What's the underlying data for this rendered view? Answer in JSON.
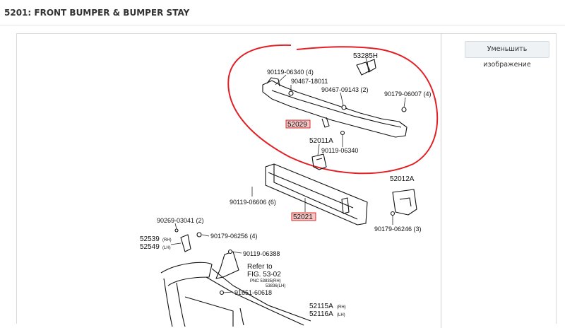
{
  "page": {
    "title": "5201: FRONT BUMPER & BUMPER STAY"
  },
  "toolbar": {
    "shrink_label": "Уменьшить изображение"
  },
  "colors": {
    "highlight_circle": "#e31e24",
    "highlight_box": "#f6c5c5"
  },
  "diagram": {
    "parts": {
      "p53285H": "53285H",
      "p90119_06340_4": "90119-06340 (4)",
      "p90467_18011": "90467-18011",
      "p90467_09143_2": "90467-09143 (2)",
      "p90179_06007_4": "90179-06007 (4)",
      "p52029": "52029",
      "p52011A": "52011A",
      "p90119_06340": "90119-06340",
      "p52012A": "52012A",
      "p90119_06606_6": "90119-06606 (6)",
      "p52021": "52021",
      "p90179_06246_3": "90179-06246 (3)",
      "p90269_03041_2": "90269-03041 (2)",
      "p52539": "52539",
      "p52539_side": "(RH)",
      "p52549": "52549",
      "p52549_side": "(LH)",
      "p90179_06256_4": "90179-06256 (4)",
      "p90119_06388": "90119-06388",
      "refer_to": "Refer to",
      "fig": "FIG. 53-02",
      "pnc": "PNC 53835(RH)",
      "pnc2": "53836(LH)",
      "p91651_60618": "91651-60618",
      "p52115A": "52115A",
      "p52115A_side": "(RH)",
      "p52116A": "52116A",
      "p52116A_side": "(LH)"
    }
  }
}
